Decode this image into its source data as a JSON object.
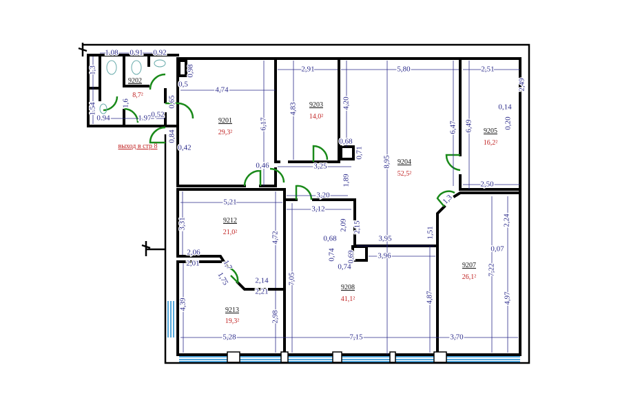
{
  "rooms": [
    {
      "id": "9201",
      "area": "29,3²"
    },
    {
      "id": "9202",
      "area": "8,7²"
    },
    {
      "id": "9203",
      "area": "14,0²"
    },
    {
      "id": "9204",
      "area": "52,5²"
    },
    {
      "id": "9205",
      "area": "16,2²"
    },
    {
      "id": "9212",
      "area": "21,0²"
    },
    {
      "id": "9213",
      "area": "19,3²"
    },
    {
      "id": "9208",
      "area": "41,1²"
    },
    {
      "id": "9207",
      "area": "26,1²"
    }
  ],
  "exit_note": "выход в стр 8",
  "dimensions": [
    "1.08",
    "0.91",
    "0.92",
    "1,3",
    "1.54",
    "0.94",
    "1.97",
    "0,52",
    "1,6",
    "0,65",
    "0,98",
    "0,5",
    "4,74",
    "6,17",
    "0,84",
    "0,42",
    "0,46",
    "2,91",
    "4,83",
    "4,20",
    "0,68",
    "0,71",
    "3,25",
    "5,80",
    "8,95",
    "6,47",
    "6,49",
    "2,51",
    "2,49",
    "0,14",
    "0,20",
    "2,50",
    "1,89",
    "3,20",
    "3,12",
    "5,21",
    "3,31",
    "4,72",
    "2,09",
    "2,15",
    "0,68",
    "0,74",
    "0,69",
    "0,74",
    "3,95",
    "3,96",
    "1,51",
    "1,3",
    "2,24",
    "0,07",
    "7,22",
    "4,97",
    "2,06",
    "2,01",
    "1,7",
    "1,75",
    "2,14",
    "2,21",
    "7,05",
    "4,87",
    "4,39",
    "2,98",
    "5,28",
    "7,15",
    "3,70"
  ]
}
